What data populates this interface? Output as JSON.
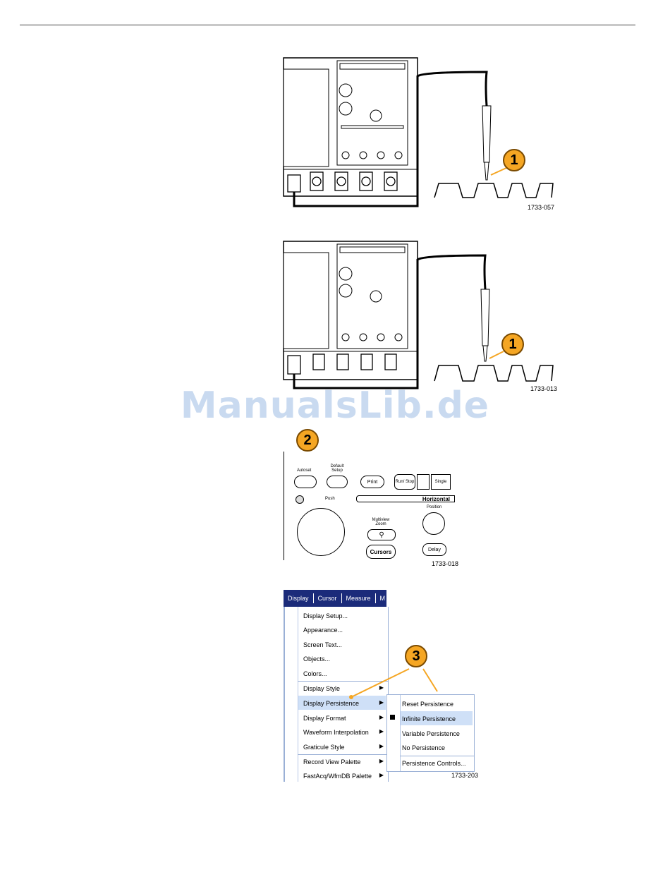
{
  "watermark": "ManualsLib.de",
  "figures": [
    {
      "id": "1733-057",
      "callout": "1"
    },
    {
      "id": "1733-013",
      "callout": "1"
    },
    {
      "id": "1733-018",
      "callout": "2",
      "labels": {
        "autoset": "Autoset",
        "default_setup": "Default Setup",
        "print": "Print",
        "run_stop": "Run/ Stop",
        "single": "Single",
        "push": "Push",
        "horizontal": "Horizontal",
        "position": "Position",
        "multiview_zoom": "Multiview Zoom",
        "cursors": "Cursors",
        "delay": "Delay"
      }
    },
    {
      "id": "1733-203",
      "callout": "3"
    }
  ],
  "menubar": [
    "Display",
    "Cursor",
    "Measure",
    "M"
  ],
  "display_menu": [
    "Display Setup...",
    "Appearance...",
    "Screen Text...",
    "Objects...",
    "Colors...",
    "Display Style",
    "Display Persistence",
    "Display Format",
    "Waveform Interpolation",
    "Graticule Style",
    "Record View Palette",
    "FastAcq/WfmDB Palette"
  ],
  "persistence_submenu": [
    "Reset Persistence",
    "Infinite Persistence",
    "Variable Persistence",
    "No Persistence",
    "Persistence Controls..."
  ],
  "colors": {
    "callout": "#f5a623",
    "menubar": "#1b2b7a",
    "highlight": "#cfe0f7"
  }
}
